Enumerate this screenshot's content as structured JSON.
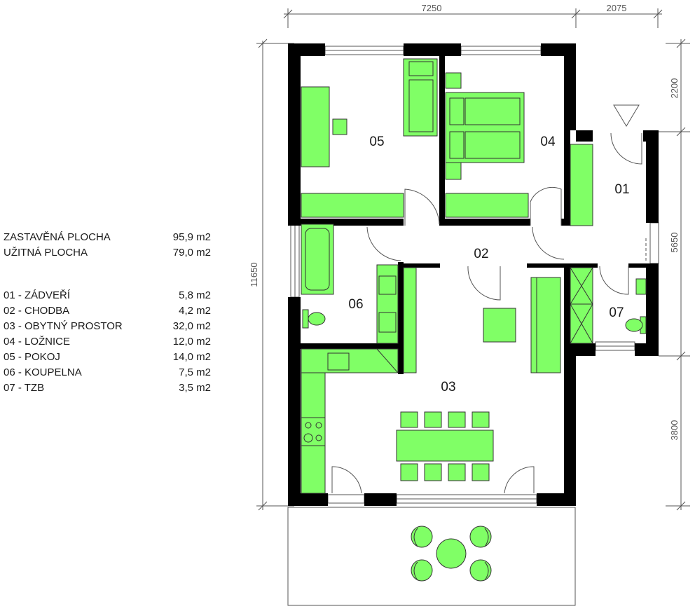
{
  "summary": [
    {
      "label": "ZASTAVĚNÁ PLOCHA",
      "value": "95,9 m2"
    },
    {
      "label": "UŽITNÁ PLOCHA",
      "value": "79,0 m2"
    }
  ],
  "rooms": [
    {
      "label": "01 - ZÁDVEŘÍ",
      "value": "5,8 m2"
    },
    {
      "label": "02 - CHODBA",
      "value": "4,2 m2"
    },
    {
      "label": "03 - OBYTNÝ PROSTOR",
      "value": "32,0 m2"
    },
    {
      "label": "04 - LOŽNICE",
      "value": "12,0 m2"
    },
    {
      "label": "05 - POKOJ",
      "value": "14,0 m2"
    },
    {
      "label": "06 - KOUPELNA",
      "value": "7,5 m2"
    },
    {
      "label": "07 - TZB",
      "value": "3,5 m2"
    }
  ],
  "plan": {
    "room_numbers": {
      "r01": "01",
      "r02": "02",
      "r03": "03",
      "r04": "04",
      "r05": "05",
      "r06": "06",
      "r07": "07"
    },
    "dimensions": {
      "top_left": "7250",
      "top_right": "2075",
      "left_total": "11650",
      "right_top": "2200",
      "right_middle": "5650",
      "right_bottom": "3800"
    },
    "colors": {
      "wall": "#000000",
      "furniture": "#80ff66",
      "furniture_stroke": "#333333",
      "dimension_line": "#555555"
    },
    "icons": [
      "entrance-arrow-icon",
      "door-swing-icon",
      "window-icon"
    ]
  }
}
